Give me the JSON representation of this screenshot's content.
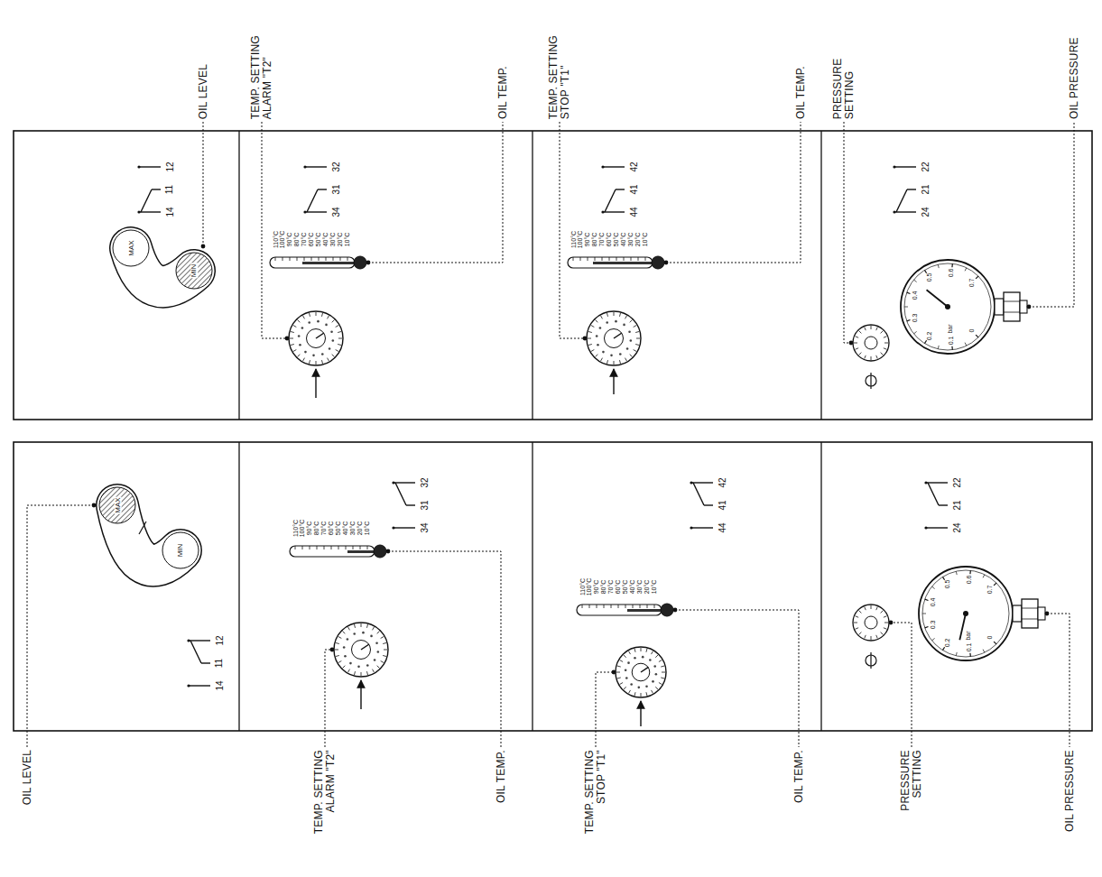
{
  "diagram": {
    "labels": [
      "OIL LEVEL",
      "MAX",
      "MIN",
      "14",
      "11",
      "12",
      "TEMP. SETTING ALARM \"T2\"",
      "110°C",
      "100°C",
      "90°C",
      "80°C",
      "70°C",
      "60°C",
      "50°C",
      "40°C",
      "30°C",
      "20°C",
      "10°C",
      "34",
      "31",
      "32",
      "OIL TEMP.",
      "TEMP. SETTING STOP \"T1\"",
      "110°C",
      "100°C",
      "90°C",
      "80°C",
      "70°C",
      "60°C",
      "50°C",
      "40°C",
      "30°C",
      "20°C",
      "10°C",
      "44",
      "41",
      "42",
      "OIL TEMP.",
      "PRESSURE SETTING",
      "0",
      "0.1",
      "0.2",
      "0.3",
      "0.4",
      "0.5",
      "0.6",
      "0.7",
      "bar",
      "24",
      "21",
      "22",
      "OIL PRESSURE",
      "OIL LEVEL",
      "MAX",
      "MIN",
      "14",
      "11",
      "12",
      "TEMP. SETTING ALARM \"T2\"",
      "110°C",
      "100°C",
      "90°C",
      "80°C",
      "70°C",
      "60°C",
      "50°C",
      "40°C",
      "30°C",
      "20°C",
      "10°C",
      "34",
      "31",
      "32",
      "OIL TEMP.",
      "TEMP. SETTING STOP \"T1\"",
      "110°C",
      "100°C",
      "90°C",
      "80°C",
      "70°C",
      "60°C",
      "50°C",
      "40°C",
      "30°C",
      "20°C",
      "10°C",
      "44",
      "41",
      "42",
      "OIL TEMP.",
      "PRESSURE SETTING",
      "0",
      "0.1",
      "0.2",
      "0.3",
      "0.4",
      "0.5",
      "0.6",
      "0.7",
      "bar",
      "24",
      "21",
      "22",
      "OIL PRESSURE"
    ]
  }
}
